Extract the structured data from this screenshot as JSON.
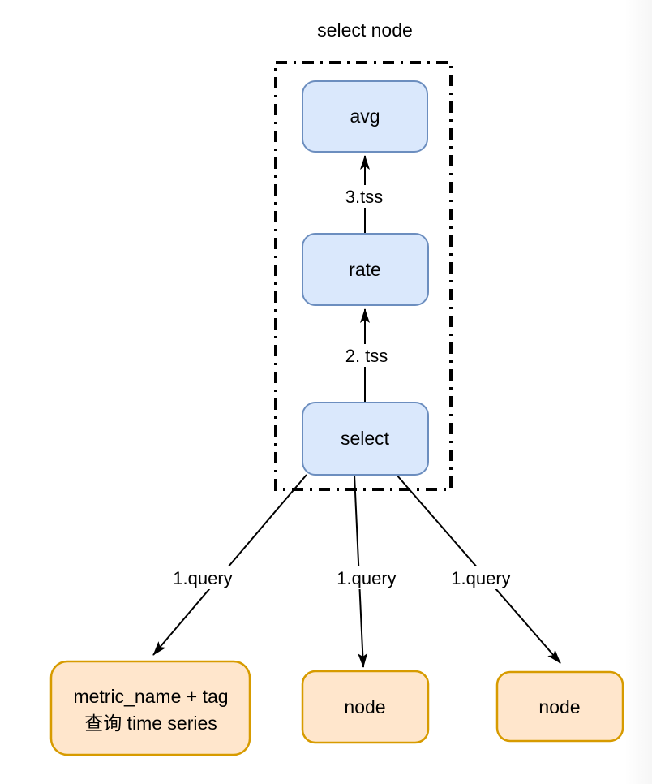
{
  "group": {
    "label": "select node"
  },
  "nodes": {
    "avg": {
      "label": "avg"
    },
    "rate": {
      "label": "rate"
    },
    "select": {
      "label": "select"
    },
    "metric_query": {
      "label_line1": "metric_name + tag",
      "label_line2": "查询 time series"
    },
    "node_mid": {
      "label": "node"
    },
    "node_right": {
      "label": "node"
    }
  },
  "edges": {
    "select_to_rate": {
      "label": "2. tss"
    },
    "rate_to_avg": {
      "label": "3.tss"
    },
    "select_to_metric_query": {
      "label": "1.query"
    },
    "select_to_node_mid": {
      "label": "1.query"
    },
    "select_to_node_right": {
      "label": "1.query"
    }
  },
  "colors": {
    "blue_fill": "#DAE8FC",
    "blue_stroke": "#6C8EBF",
    "orange_fill": "#FFE6CC",
    "orange_stroke": "#D79B00",
    "edge": "#000000",
    "text": "#000000",
    "group_border": "#000000",
    "label_bg": "#FFFFFF"
  }
}
